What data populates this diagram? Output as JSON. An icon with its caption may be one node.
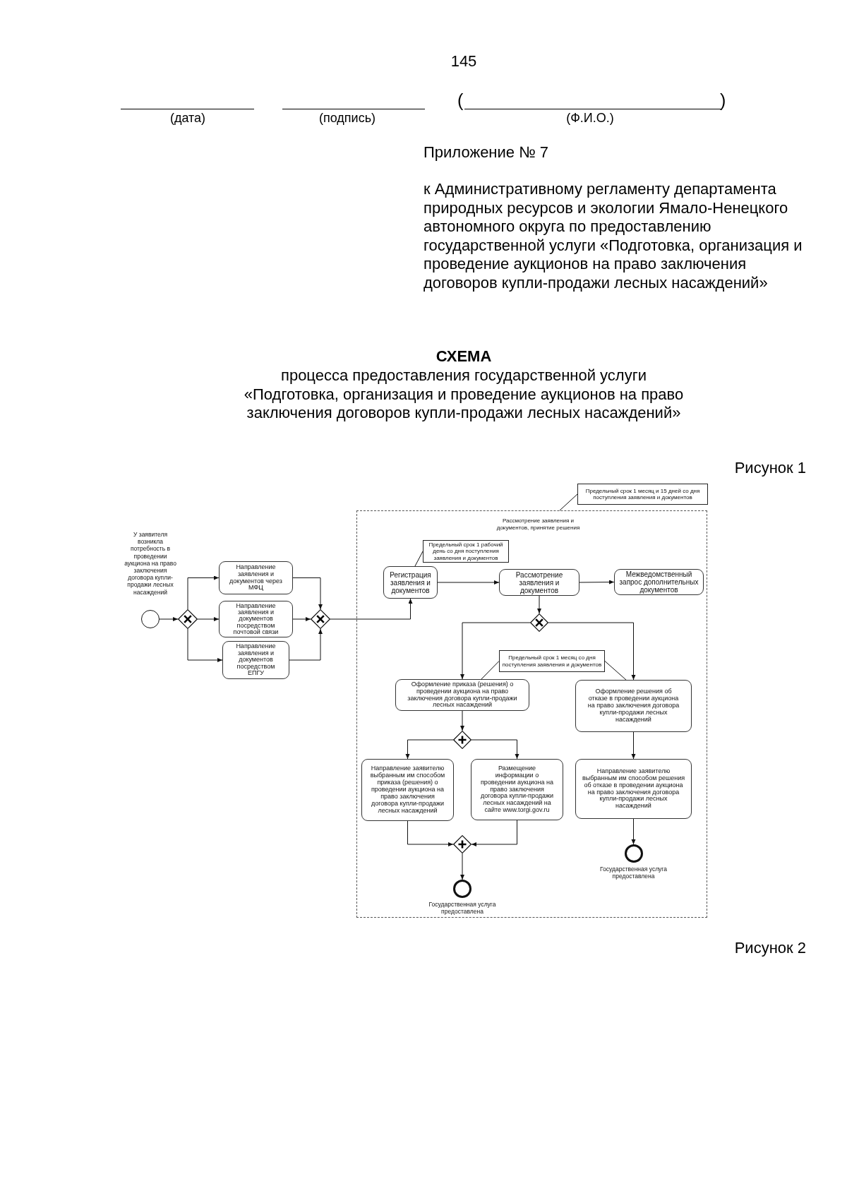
{
  "diagram": {
    "title": "СХЕМА",
    "nodes": [
      {
        "text": [],
        "shape": "circle",
        "beside": [
          "У заявителя возникла потребность в проведении аукциона на право заключения договора купли-продажи лесных насаждений"
        ]
      },
      {
        "text": [],
        "shape": "diamond"
      },
      {
        "text": [
          "Направление заявления и документов через МФЦ"
        ]
      },
      {
        "text": [
          "Направление заявления и документов посредством почтовой связи"
        ]
      },
      {
        "text": [
          "Направление заявления и документов посредством ЕПГУ"
        ]
      },
      {
        "text": [],
        "shape": "diamond"
      },
      {
        "text": [
          "Предельный срок 1 месяц и 15 дней со дня поступления заявления и документов"
        ]
      },
      {
        "text": [
          "Рассмотрение заявления и документов, принятие решения"
        ]
      },
      {
        "text": [
          "Предельный срок 1 рабочий день со дня поступления заявления и документов"
        ],
        "in": 7
      },
      {
        "text": [
          "Регистрация заявления и документов"
        ],
        "in": 7
      },
      {
        "text": [
          "Рассмотрение заявления и документов"
        ],
        "in": 7
      },
      {
        "text": [
          "Межведомственный запрос дополнительных документов"
        ],
        "in": 7
      },
      {
        "text": [],
        "shape": "diamond",
        "in": 7
      },
      {
        "text": [
          "Предельный срок 1 месяц со дня поступления заявления и документов"
        ],
        "in": 7
      },
      {
        "text": [
          "Оформление приказа (решения) о проведении аукциона на право заключения договора купли-продажи лесных насаждений"
        ],
        "in": 7
      },
      {
        "text": [
          "Оформление решения об отказе в проведении аукциона на право заключения договора купли-продажи лесных насаждений"
        ],
        "in": 7
      },
      {
        "text": [],
        "shape": "diamond",
        "in": 7
      },
      {
        "text": [
          "Направление заявителю выбранным им способом приказа (решения) о проведении аукциона на право заключения договора купли-продажи лесных насаждений"
        ],
        "in": 7
      },
      {
        "text": [
          "Размещение информации о проведении аукциона на право заключения договора купли-продажи лесных насаждений на сайте www.torgi.gov.ru"
        ],
        "in": 7
      },
      {
        "text": [
          "Направление заявителю выбранным им способом решения об отказе в проведении аукциона на право заключения договора купли-продажи лесных насаждений"
        ],
        "in": 7
      },
      {
        "text": [],
        "shape": "diamond",
        "in": 7
      },
      {
        "text": [],
        "shape": "circle",
        "in": 7,
        "beside": [
          "Государственная услуга предоставлена"
        ]
      },
      {
        "text": [],
        "shape": "circle",
        "in": 7,
        "beside": [
          "Государственная услуга предоставлена"
        ]
      }
    ],
    "edges": [
      {
        "from": 0,
        "to": 1,
        "arrow": "to"
      },
      {
        "from": 1,
        "to": 2,
        "arrow": "to"
      },
      {
        "from": 1,
        "to": 3,
        "arrow": "to"
      },
      {
        "from": 1,
        "to": 4,
        "arrow": "to"
      },
      {
        "from": 2,
        "to": 5,
        "arrow": "to"
      },
      {
        "from": 3,
        "to": 5,
        "arrow": "to"
      },
      {
        "from": 4,
        "to": 5,
        "arrow": "to"
      },
      {
        "from": 5,
        "to": 9,
        "arrow": "to"
      },
      {
        "from": 9,
        "to": 10,
        "arrow": "to"
      },
      {
        "from": 10,
        "to": 11,
        "arrow": "to"
      },
      {
        "from": 10,
        "to": 12,
        "arrow": "to"
      },
      {
        "from": 12,
        "to": 14,
        "arrow": "to"
      },
      {
        "from": 12,
        "to": 15,
        "arrow": "to"
      },
      {
        "from": 14,
        "to": 16,
        "arrow": "to"
      },
      {
        "from": 16,
        "to": 17,
        "arrow": "to"
      },
      {
        "from": 16,
        "to": 18,
        "arrow": "to"
      },
      {
        "from": 15,
        "to": 19,
        "arrow": "to"
      },
      {
        "from": 17,
        "to": 20,
        "arrow": "to"
      },
      {
        "from": 18,
        "to": 20,
        "arrow": "to"
      },
      {
        "from": 20,
        "to": 21,
        "arrow": "to"
      },
      {
        "from": 19,
        "to": 22,
        "arrow": "to"
      },
      {
        "from": 6,
        "to": 7,
        "arrow": "none"
      },
      {
        "from": 8,
        "to": 9,
        "arrow": "none"
      },
      {
        "from": 13,
        "to": 14,
        "arrow": "none"
      },
      {
        "from": 13,
        "to": 15,
        "arrow": "none"
      }
    ],
    "labels": [
      "145",
      "(",
      ")",
      "(дата)",
      "(подпись)",
      "(Ф.И.О.)",
      "Приложение № 7",
      "к Административному регламенту департамента природных ресурсов и экологии Ямало-Ненецкого автономного округа по предоставлению государственной услуги «Подготовка, организация и проведение аукционов на право заключения договоров купли-продажи лесных насаждений»",
      "процесса предоставления государственной услуги «Подготовка, организация и проведение аукционов на право заключения договоров купли-продажи лесных насаждений»",
      "Рисунок 1",
      "Рисунок 2"
    ]
  }
}
